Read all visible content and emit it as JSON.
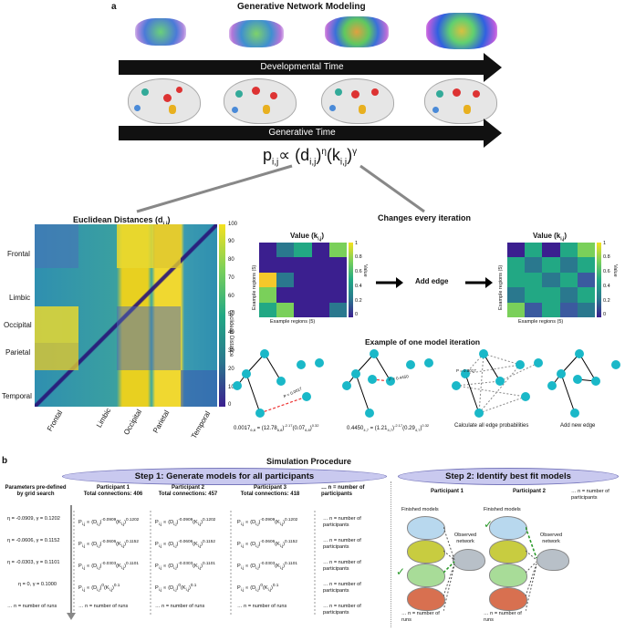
{
  "panel_a": {
    "label": "a",
    "title": "Generative Network Modeling",
    "dev_time": "Developmental Time",
    "gen_time": "Generative Time",
    "formula": "p_i,j ∝ (d_i,j)^η(k_i,j)^γ",
    "euclid_title": "Euclidean Distances (d_i,j)",
    "regions": [
      "Frontal",
      "Limbic",
      "Occipital",
      "Parietal",
      "Temporal"
    ],
    "colorbar_ticks": [
      "100",
      "90",
      "80",
      "70",
      "60",
      "50",
      "40",
      "30",
      "20",
      "10",
      "0"
    ],
    "colorbar_label": "Euclidean Distance",
    "changes_title": "Changes every iteration",
    "value_title": "Value (k_i,j)",
    "example_regions": "Example regions (5)",
    "value_label": "Value",
    "value_ticks": [
      "1",
      "0.8",
      "0.6",
      "0.4",
      "0.2",
      "0"
    ],
    "add_edge": "Add edge",
    "iteration_title": "Example of one model iteration",
    "eq1": "0.0017_6,8 = (12.78_6,8)^-2.17(0.07_6,8)^0.32",
    "eq2": "0.4450_4,7 = (1.21_4,7)^-2.17(0.29_4,7)^0.32",
    "calc_label": "Calculate all edge probabilities",
    "add_new_edge": "Add new edge",
    "p1": "P = 0.0017",
    "p2": "P = 0.4450",
    "p3": "P = 0.0017"
  },
  "panel_b": {
    "label": "b",
    "title": "Simulation Procedure",
    "step1": "Step 1: Generate models for all participants",
    "step2": "Step 2: Identify best fit models",
    "param_header": "Parameters pre-defined by grid search",
    "participants": [
      {
        "name": "Participant 1",
        "total": "Total connections: 406"
      },
      {
        "name": "Participant 2",
        "total": "Total connections: 457"
      },
      {
        "name": "Participant 3",
        "total": "Total connections: 418"
      }
    ],
    "n_participants": "… n = number of participants",
    "params": [
      "η = -0.0909, γ = 0.1202",
      "η = -0.0606, γ = 0.1152",
      "η = -0.0303, γ = 0.1101",
      "η = 0, γ = 0.1000",
      "… n = number of runs"
    ],
    "formulas": [
      "P_i,j ∝ (D_i,j)^-0.0909(K_i,j)^0.1202",
      "P_i,j ∝ (D_i,j)^-0.0606(K_i,j)^0.1152",
      "P_i,j ∝ (D_i,j)^-0.0303(K_i,j)^0.1101",
      "P_i,j ∝ (D_i,j)^0(K_i,j)^0.1"
    ],
    "n_runs": "… n = number of runs",
    "step2_p1": "Participant 1",
    "step2_p2": "Participant 2",
    "finished_models": "Finished models",
    "observed_network": "Observed network",
    "n_runs_step2": "… n = number of runs"
  },
  "colors": {
    "ellipse_fill": "#c9c9ef",
    "teal": "#1ab8c8",
    "viridis_low": "#3b1f8f",
    "viridis_high": "#f5e11f"
  }
}
